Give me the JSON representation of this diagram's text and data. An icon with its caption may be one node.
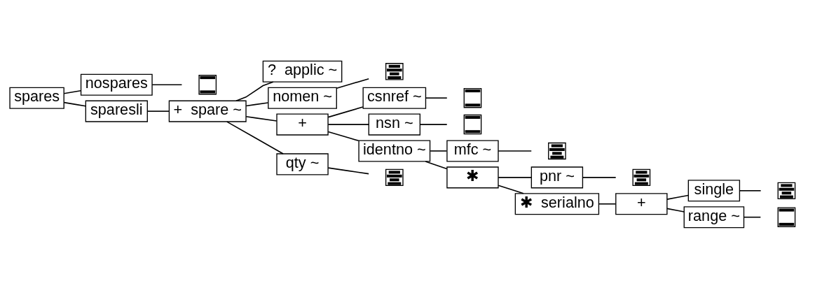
{
  "diagram": {
    "nodes": [
      {
        "text": [
          "spares"
        ]
      },
      {
        "text": [
          "nospares"
        ]
      },
      {
        "text": [],
        "shape": "box"
      },
      {
        "text": [
          "sparesli"
        ]
      },
      {
        "text": [
          "+  spare ~"
        ]
      },
      {
        "text": [
          "?  applic ~"
        ]
      },
      {
        "text": [
          "nomen ~"
        ]
      },
      {
        "text": [],
        "shape": "box"
      },
      {
        "text": [
          "+"
        ]
      },
      {
        "text": [
          "csnref ~"
        ]
      },
      {
        "text": [],
        "shape": "box"
      },
      {
        "text": [
          "nsn ~"
        ]
      },
      {
        "text": [],
        "shape": "box"
      },
      {
        "text": [
          "identno ~"
        ]
      },
      {
        "text": [
          "mfc ~"
        ]
      },
      {
        "text": [],
        "shape": "box"
      },
      {
        "text": [
          "✱"
        ]
      },
      {
        "text": [
          "pnr ~"
        ]
      },
      {
        "text": [],
        "shape": "box"
      },
      {
        "text": [
          "✱  serialno"
        ]
      },
      {
        "text": [
          "+"
        ]
      },
      {
        "text": [
          "single"
        ]
      },
      {
        "text": [],
        "shape": "box"
      },
      {
        "text": [
          "range ~"
        ]
      },
      {
        "text": [],
        "shape": "box"
      },
      {
        "text": [
          "qty ~"
        ]
      },
      {
        "text": [],
        "shape": "box"
      }
    ],
    "edges": [
      {
        "from": 0,
        "to": 1,
        "arrow": "none"
      },
      {
        "from": 1,
        "to": 2,
        "arrow": "none"
      },
      {
        "from": 0,
        "to": 3,
        "arrow": "none"
      },
      {
        "from": 3,
        "to": 4,
        "arrow": "none"
      },
      {
        "from": 4,
        "to": 5,
        "arrow": "none"
      },
      {
        "from": 4,
        "to": 6,
        "arrow": "none"
      },
      {
        "from": 6,
        "to": 7,
        "arrow": "none"
      },
      {
        "from": 4,
        "to": 8,
        "arrow": "none"
      },
      {
        "from": 8,
        "to": 9,
        "arrow": "none"
      },
      {
        "from": 9,
        "to": 10,
        "arrow": "none"
      },
      {
        "from": 8,
        "to": 11,
        "arrow": "none"
      },
      {
        "from": 11,
        "to": 12,
        "arrow": "none"
      },
      {
        "from": 8,
        "to": 13,
        "arrow": "none"
      },
      {
        "from": 13,
        "to": 14,
        "arrow": "none"
      },
      {
        "from": 14,
        "to": 15,
        "arrow": "none"
      },
      {
        "from": 13,
        "to": 16,
        "arrow": "none"
      },
      {
        "from": 16,
        "to": 17,
        "arrow": "none"
      },
      {
        "from": 17,
        "to": 18,
        "arrow": "none"
      },
      {
        "from": 16,
        "to": 19,
        "arrow": "none"
      },
      {
        "from": 19,
        "to": 20,
        "arrow": "none"
      },
      {
        "from": 20,
        "to": 21,
        "arrow": "none"
      },
      {
        "from": 21,
        "to": 22,
        "arrow": "none"
      },
      {
        "from": 20,
        "to": 23,
        "arrow": "none"
      },
      {
        "from": 23,
        "to": 24,
        "arrow": "none"
      },
      {
        "from": 4,
        "to": 25,
        "arrow": "none"
      },
      {
        "from": 25,
        "to": 26,
        "arrow": "none"
      }
    ]
  }
}
